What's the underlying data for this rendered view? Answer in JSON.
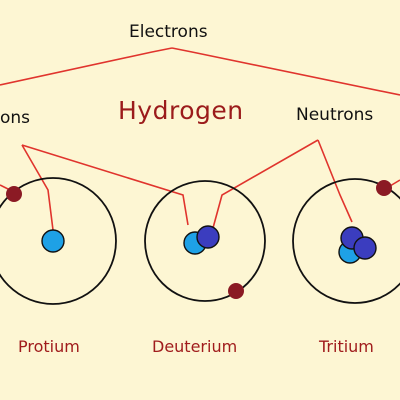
{
  "title": "Hydrogen",
  "labels": {
    "electrons": "Electrons",
    "protons_partial": "ons",
    "neutrons": "Neutrons"
  },
  "isotopes": [
    {
      "name": "Protium"
    },
    {
      "name": "Deuterium"
    },
    {
      "name": "Tritium"
    }
  ],
  "colors": {
    "background": "#fdf6d3",
    "line": "#e0342d",
    "orbit": "#111111",
    "electron": "#8b1a24",
    "proton": "#1ea1e6",
    "neutron": "#3b3dbf",
    "title": "#9b1b1b",
    "isotope_label": "#a01c1c"
  }
}
